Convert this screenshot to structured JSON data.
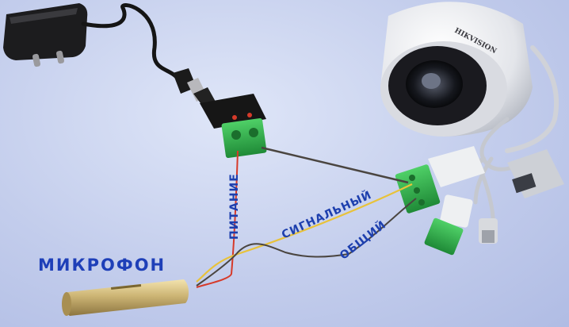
{
  "labels": {
    "microphone": "МИКРОФОН",
    "power": "ПИТАНИЕ",
    "signal": "СИГНАЛЬНЫЙ",
    "common": "ОБЩИЙ"
  },
  "camera": {
    "brand": "HIKVISION"
  },
  "colors": {
    "label_blue": "#1d3fae",
    "terminal_green": "#2fa84a",
    "power_wire": "#d63a2a",
    "signal_wire": "#e8c23a",
    "common_wire": "#4a4540"
  }
}
